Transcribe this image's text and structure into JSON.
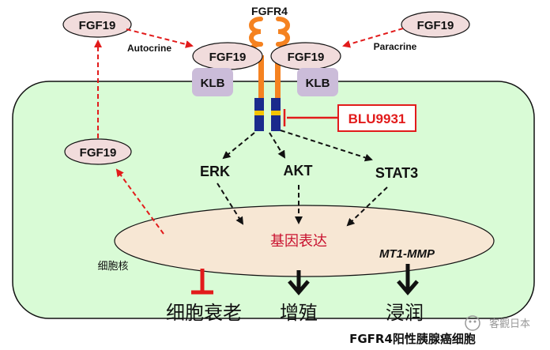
{
  "receptor": {
    "label": "FGFR4"
  },
  "ligands": {
    "top_left": "FGF19",
    "top_right": "FGF19",
    "bound_left": "FGF19",
    "bound_right": "FGF19",
    "left_side": "FGF19"
  },
  "coreceptors": {
    "left": "KLB",
    "right": "KLB"
  },
  "signaling_modes": {
    "autocrine": "Autocrine",
    "paracrine": "Paracrine"
  },
  "inhibitor": {
    "label": "BLU9931",
    "color": "#e21b1b"
  },
  "pathways": {
    "erk": "ERK",
    "akt": "AKT",
    "stat3": "STAT3"
  },
  "nucleus": {
    "label": "细胞核",
    "gene_expression": "基因表达",
    "gene": "MT1-MMP"
  },
  "outcomes": {
    "senescence": "细胞衰老",
    "proliferation": "增殖",
    "invasion": "浸润"
  },
  "footer": {
    "title": "FGFR4阳性胰腺癌细胞"
  },
  "watermark": {
    "text": "客觀日本"
  },
  "colors": {
    "cell_fill": "#d9fbd6",
    "ligand_fill": "#f1dcdc",
    "klb_fill": "#cbbcd9",
    "receptor_orange": "#f58220",
    "kinase_blue": "#1a2a8c",
    "nucleus_fill": "#f7e7d4",
    "red": "#e21b1b"
  }
}
